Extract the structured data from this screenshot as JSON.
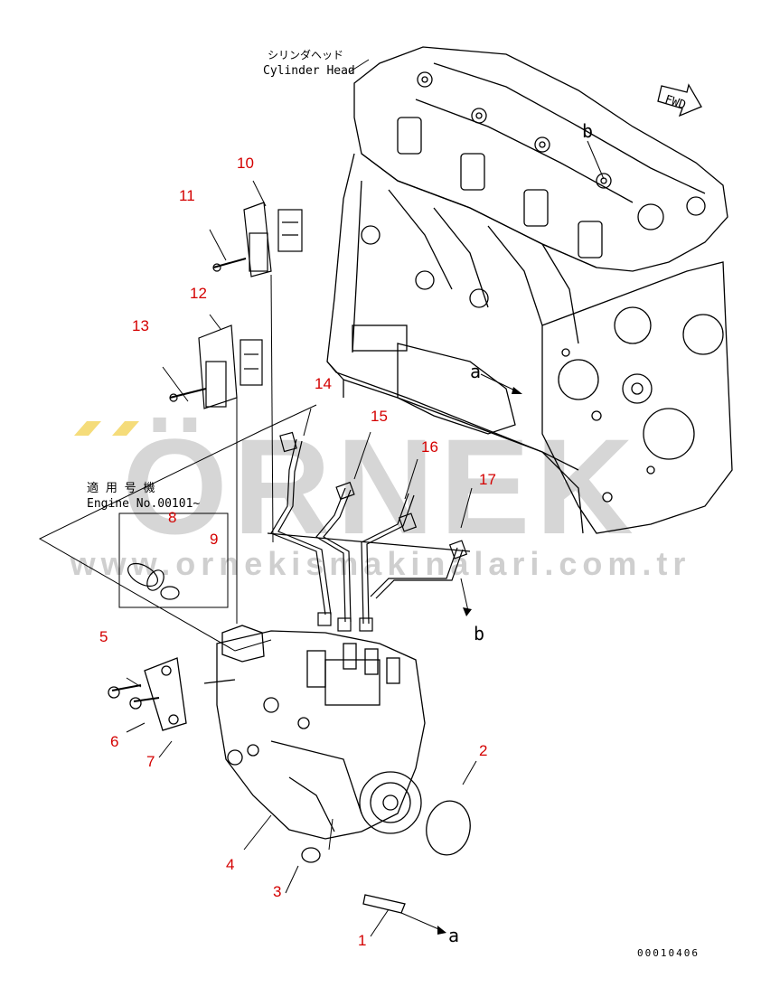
{
  "watermark": {
    "brand": "ÖRNEK",
    "url": "www.ornekismakinalari.com.tr",
    "brand_color": "#d6d6d6",
    "accent_color": "#f5dc7a"
  },
  "labels": {
    "cylinder_head_jp": "シリンダヘッド",
    "cylinder_head_en": "Cylinder Head",
    "fwd": "FWD",
    "applicable_jp": "適 用 号 機",
    "engine_no": "Engine No.00101~",
    "ref_a_top": "a",
    "ref_b_top": "b",
    "ref_b_bottom": "b",
    "ref_a_bottom": "a",
    "drawing_no": "00010406"
  },
  "callouts": [
    "1",
    "2",
    "3",
    "4",
    "5",
    "6",
    "7",
    "8",
    "9",
    "10",
    "11",
    "12",
    "13",
    "14",
    "15",
    "16",
    "17"
  ],
  "colors": {
    "line": "#000000",
    "callout": "#d40000"
  }
}
